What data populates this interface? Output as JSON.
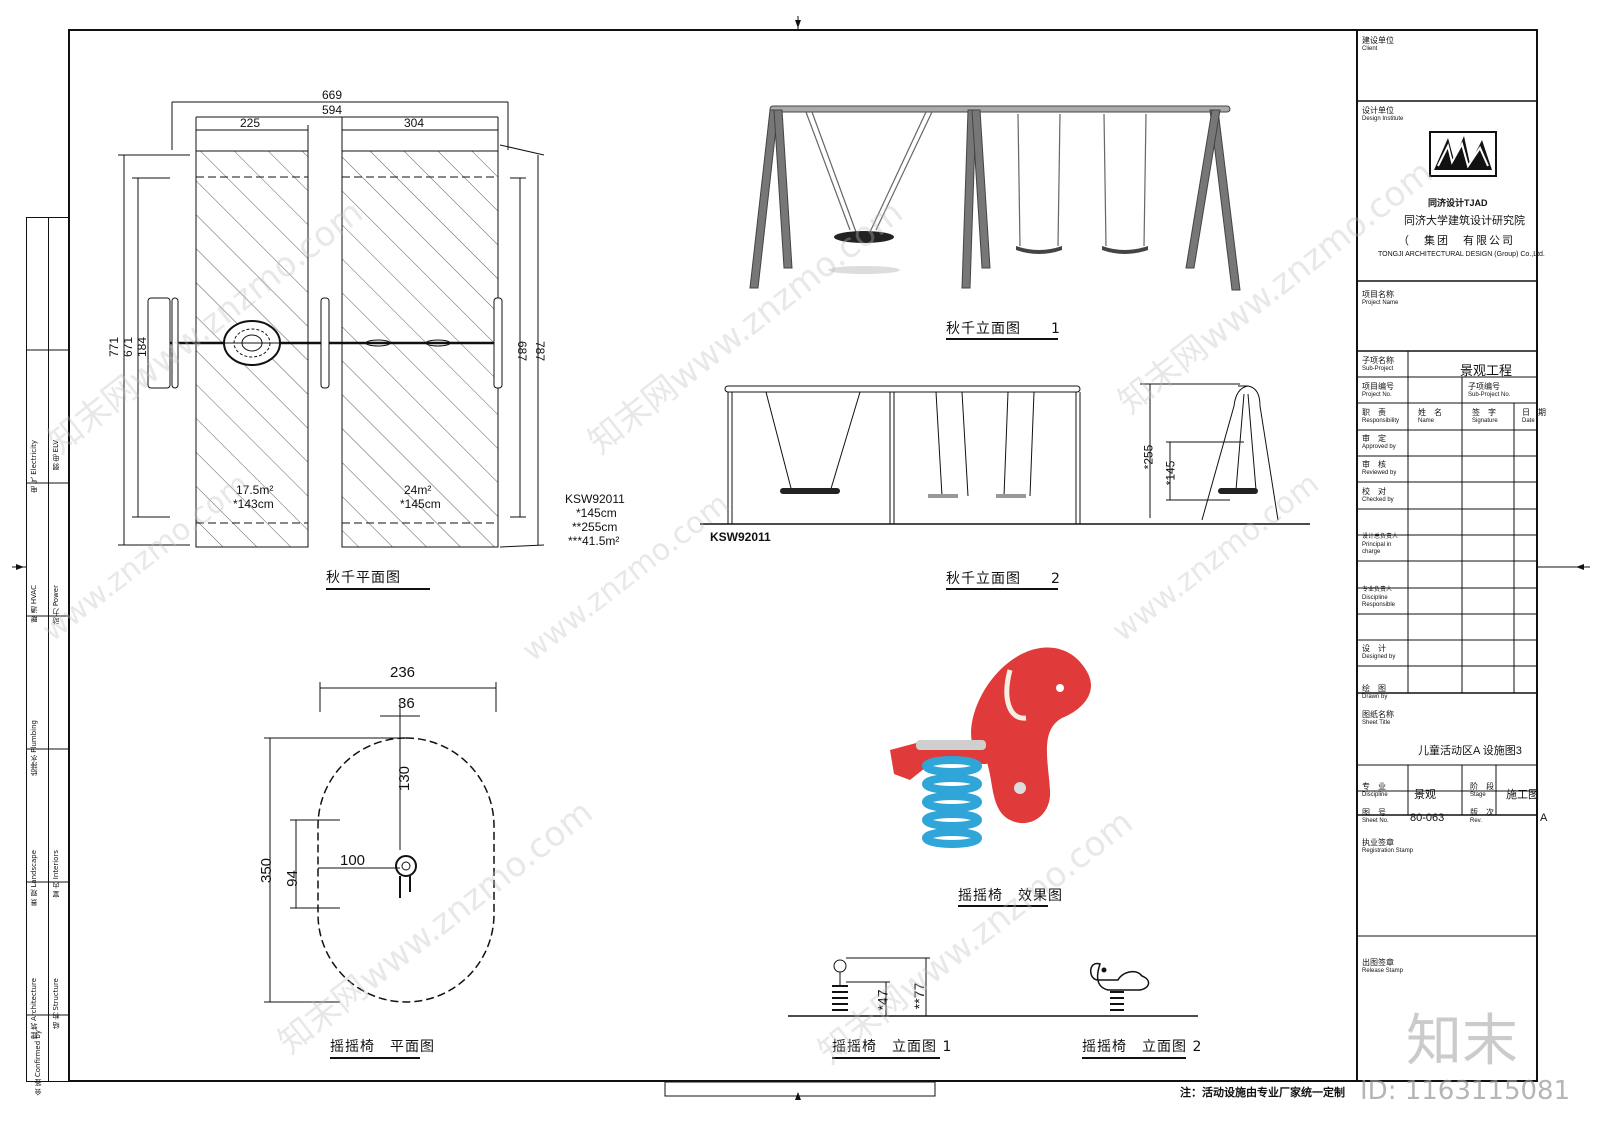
{
  "drawing": {
    "captions": {
      "swing_plan": "秋千平面图",
      "swing_elev1": "秋千立面图　　1",
      "swing_elev2": "秋千立面图　　2",
      "rocker_plan": "摇摇椅　平面图",
      "rocker_render": "摇摇椅　效果图",
      "rocker_elev1": "摇摇椅　立面图 1",
      "rocker_elev2": "摇摇椅　立面图 2"
    },
    "swing_plan_dims": {
      "top1": "669",
      "top2": "594",
      "left_seg": "225",
      "right_seg": "304",
      "h771": "771",
      "h671": "671",
      "h184": "184",
      "h687": "687",
      "h787": "787",
      "area1_a": "17.5m²",
      "area1_b": "*143cm",
      "area2_a": "24m²",
      "area2_b": "*145cm"
    },
    "model_note": {
      "code": "KSW92011",
      "l1": "*145cm",
      "l2": "**255cm",
      "l3": "***41.5m²"
    },
    "elev2": {
      "code": "KSW92011",
      "d1": "*255",
      "d2": "*145"
    },
    "rocker_plan_dims": {
      "w": "236",
      "w2": "36",
      "h": "350",
      "h2": "94",
      "d130": "130",
      "d100": "100"
    },
    "rocker_elev_dims": {
      "d47": "*47",
      "d77": "**77"
    },
    "footnote": "注：活动设施由专业厂家统一定制"
  },
  "left_strip": {
    "items": [
      {
        "cn": "电 气",
        "en": "Electricity"
      },
      {
        "cn": "暖 通",
        "en": "HVAC"
      },
      {
        "cn": "给排水",
        "en": "Plumbing"
      },
      {
        "cn": "景 观",
        "en": "Landscape"
      },
      {
        "cn": "建 筑",
        "en": "Architecture"
      },
      {
        "cn": "会 签",
        "en": "Confirmed by"
      }
    ],
    "items2": [
      {
        "cn": "弱 电",
        "en": "ELV"
      },
      {
        "cn": "动 力",
        "en": "Power"
      },
      {
        "cn": "室 内",
        "en": "Interiors"
      },
      {
        "cn": "结 构",
        "en": "Structure"
      }
    ]
  },
  "title_block": {
    "client_cn": "建设单位",
    "client_en": "Client",
    "design_cn": "设计单位",
    "design_en": "Design Institute",
    "logo_text": "同济设计TJAD",
    "firm_cn1": "同济大学建筑设计研究院",
    "firm_cn2": "（　集团　有限公司",
    "firm_en": "TONGJI ARCHITECTURAL DESIGN (Group) Co.,Ltd.",
    "project_cn": "项目名称",
    "project_en": "Project Name",
    "sub_cn": "子项名称",
    "sub_en": "Sub-Project",
    "sub_value": "景观工程",
    "projno_cn": "项目编号",
    "projno_en": "Project No.",
    "subno_cn": "子项编号",
    "subno_en": "Sub-Project No.",
    "resp_cols": [
      {
        "cn": "职　责",
        "en": "Responsibility"
      },
      {
        "cn": "姓　名",
        "en": "Name"
      },
      {
        "cn": "签　字",
        "en": "Signature"
      },
      {
        "cn": "日　期",
        "en": "Date"
      }
    ],
    "resp_rows": [
      {
        "cn": "审　定",
        "en": "Approved by"
      },
      {
        "cn": "审　核",
        "en": "Reviewed by"
      },
      {
        "cn": "校　对",
        "en": "Checked by"
      },
      {
        "cn": "设计总负责人",
        "en": "Principal in charge"
      },
      {
        "cn": "专业负责人",
        "en": "Discipline Responsible"
      },
      {
        "cn": "设　计",
        "en": "Designed by"
      },
      {
        "cn": "绘　图",
        "en": "Drawn by"
      }
    ],
    "sheet_title_cn": "图纸名称",
    "sheet_title_en": "Sheet Title",
    "sheet_title_value": "儿童活动区A 设施图3",
    "discipline_cn": "专　业",
    "discipline_en": "Discipline",
    "discipline_value": "景观",
    "stage_cn": "阶　段",
    "stage_en": "Stage",
    "stage_value": "施工图",
    "sheetno_cn": "图　号",
    "sheetno_en": "Sheet No.",
    "sheetno_value": "80-063",
    "rev_cn": "版　次",
    "rev_en": "Rev.",
    "rev_value": "A",
    "reg_cn": "执业签章",
    "reg_en": "Registration Stamp",
    "release_cn": "出图签章",
    "release_en": "Release Stamp"
  },
  "watermark": {
    "brand": "知末",
    "id": "ID: 1163115081",
    "sites": [
      "知末网www.znzmo.com",
      "www.znzmo.com"
    ]
  }
}
